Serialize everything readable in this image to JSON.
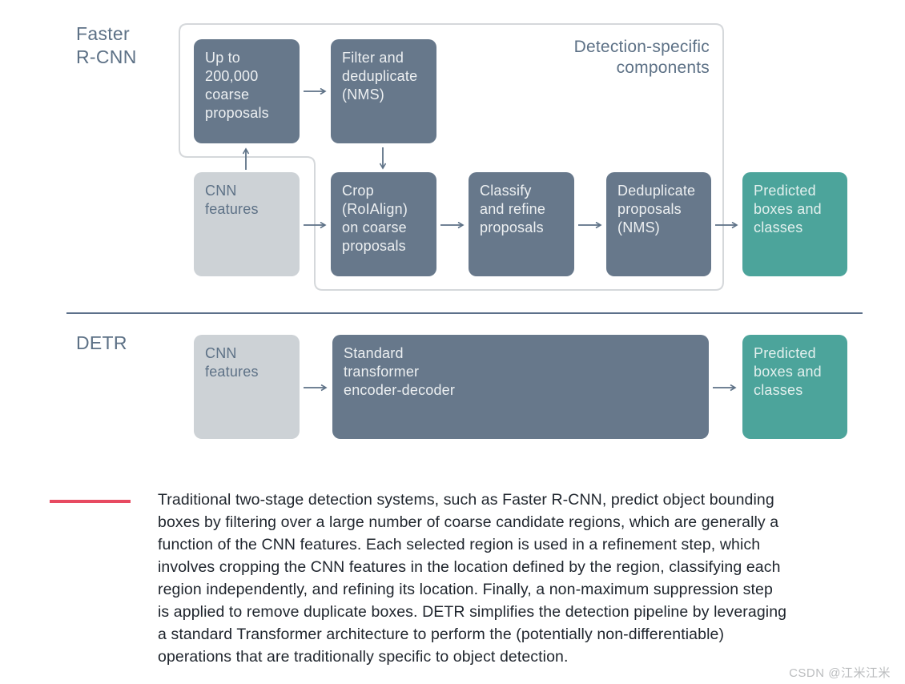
{
  "colors": {
    "box_dark": "#67788B",
    "box_light": "#CDD2D6",
    "box_teal": "#4CA49B",
    "slate_text": "#5D7186",
    "outline_gray": "#D5D8DB",
    "accent_red": "#E74A61",
    "caption_text": "#20262E"
  },
  "diagram": {
    "faster_rcnn": {
      "label": "Faster\nR-CNN",
      "container_label": "Detection-specific\ncomponents",
      "boxes": {
        "coarse_proposals": "Up to\n200,000\ncoarse\nproposals",
        "filter_nms": "Filter and\ndeduplicate\n(NMS)",
        "cnn_features": "CNN\nfeatures",
        "crop_roialign": "Crop\n(RoIAlign)\non coarse\nproposals",
        "classify_refine": "Classify\nand refine\nproposals",
        "dedup_nms": "Deduplicate\nproposals\n(NMS)",
        "predicted": "Predicted\nboxes and\nclasses"
      }
    },
    "detr": {
      "label": "DETR",
      "boxes": {
        "cnn_features": "CNN\nfeatures",
        "transformer": "Standard\ntransformer\nencoder-decoder",
        "predicted": "Predicted\nboxes and\nclasses"
      }
    }
  },
  "caption": {
    "text": "Traditional two-stage detection systems, such as Faster R-CNN, predict object bounding\nboxes by filtering over a large number of coarse candidate regions, which are generally a\nfunction of the CNN features. Each selected region is used in a refinement step, which\ninvolves cropping the CNN features in the location defined by the region, classifying each\nregion independently, and refining its location. Finally, a non-maximum suppression step\nis applied to remove duplicate boxes. DETR simplifies the detection pipeline by leveraging\na standard Transformer architecture to perform the (potentially non-differentiable)\noperations that are traditionally specific to object detection."
  },
  "watermark": {
    "text": "CSDN @江米江米"
  }
}
